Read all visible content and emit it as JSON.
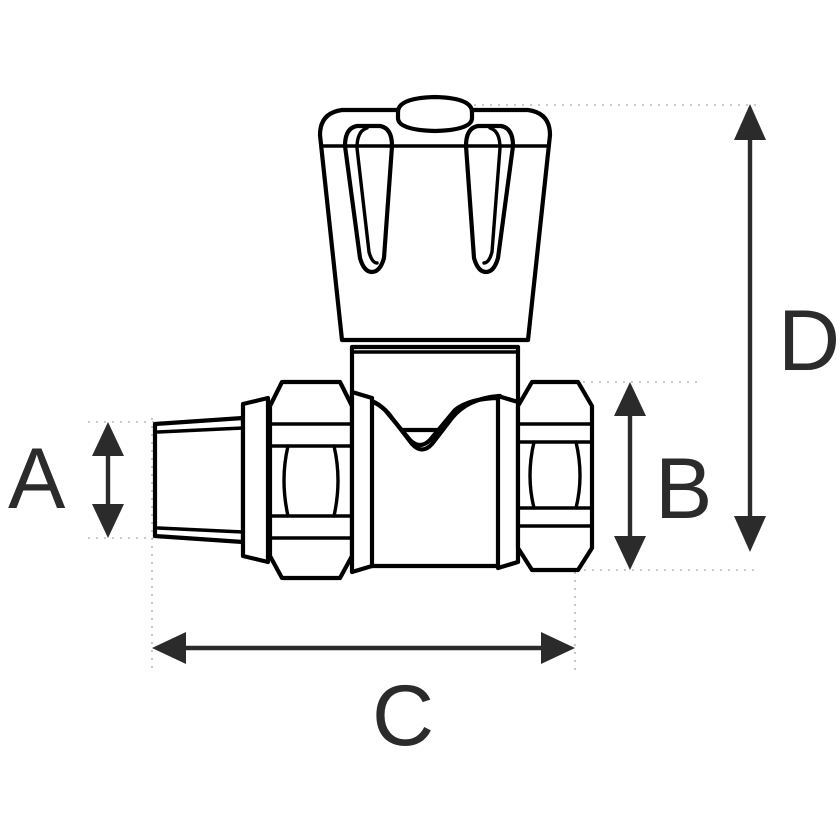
{
  "drawing": {
    "title": "Straight radiator valve dimensional drawing",
    "background_color": "#ffffff",
    "line_color": "#000000",
    "dimension_color": "#2b2b2b",
    "guide_color": "#b9b9b9",
    "subject": "straight-radiator-valve",
    "view": "front-elevation",
    "components": [
      {
        "name": "handwheel-knob",
        "label": "Tapered handwheel with two slots"
      },
      {
        "name": "valve-stem",
        "label": "Stem / bonnet neck"
      },
      {
        "name": "valve-body",
        "label": "Central valve body"
      },
      {
        "name": "left-hex-nut",
        "label": "Left union hex nut"
      },
      {
        "name": "left-collar",
        "label": "Left collar ring"
      },
      {
        "name": "left-male-thread",
        "label": "Left male threaded tail"
      },
      {
        "name": "right-hex-nut",
        "label": "Right union hex nut"
      },
      {
        "name": "right-collar",
        "label": "Right collar ring"
      }
    ]
  },
  "dimensions": {
    "a": {
      "label": "A",
      "orientation": "vertical",
      "description": "Height of left male threaded tail"
    },
    "b": {
      "label": "B",
      "orientation": "vertical",
      "description": "Height of valve body across hex nut"
    },
    "c": {
      "label": "C",
      "orientation": "horizontal",
      "description": "Overall length of valve"
    },
    "d": {
      "label": "D",
      "orientation": "vertical",
      "description": "Overall height including handwheel"
    }
  }
}
